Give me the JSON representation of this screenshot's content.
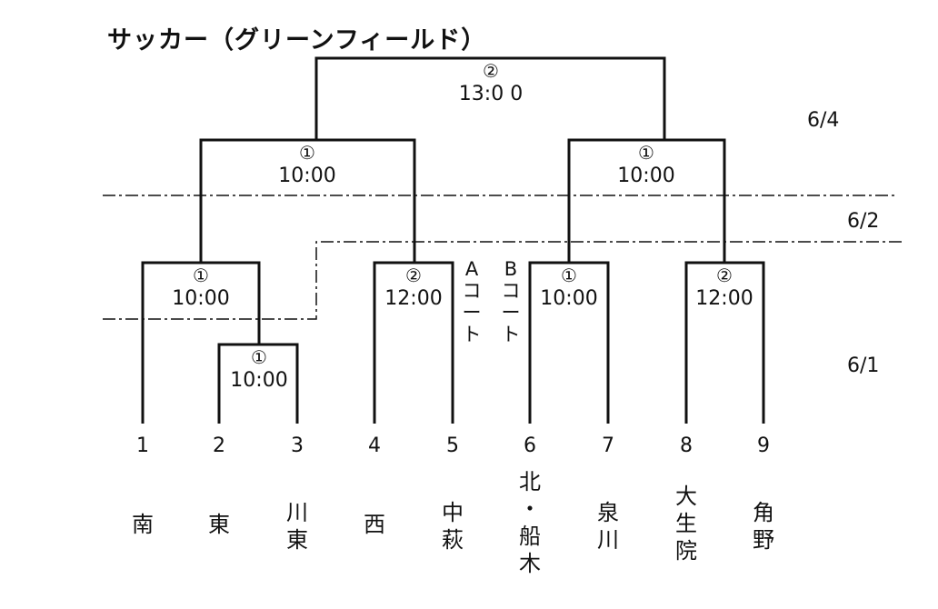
{
  "title": "サッカー（グリーンフィールド）",
  "dates": [
    "6/4",
    "6/2",
    "6/1"
  ],
  "matches": {
    "final": {
      "court": "②",
      "time": "13:0 0"
    },
    "semi_l": {
      "court": "①",
      "time": "10:00"
    },
    "semi_r": {
      "court": "①",
      "time": "10:00"
    },
    "qf_1": {
      "court": "①",
      "time": "10:00"
    },
    "r1_23": {
      "court": "①",
      "time": "10:00"
    },
    "qf_45": {
      "court": "②",
      "time": "12:00"
    },
    "qf_67": {
      "court": "①",
      "time": "10:00"
    },
    "qf_89": {
      "court": "②",
      "time": "12:00"
    }
  },
  "court_labels": {
    "a": "Aコート",
    "b": "Bコート"
  },
  "seeds": [
    "1",
    "2",
    "3",
    "4",
    "5",
    "6",
    "7",
    "8",
    "9"
  ],
  "teams": [
    "南",
    "東",
    "川東",
    "西",
    "中萩",
    "北・船木",
    "泉川",
    "大生院",
    "角野"
  ]
}
